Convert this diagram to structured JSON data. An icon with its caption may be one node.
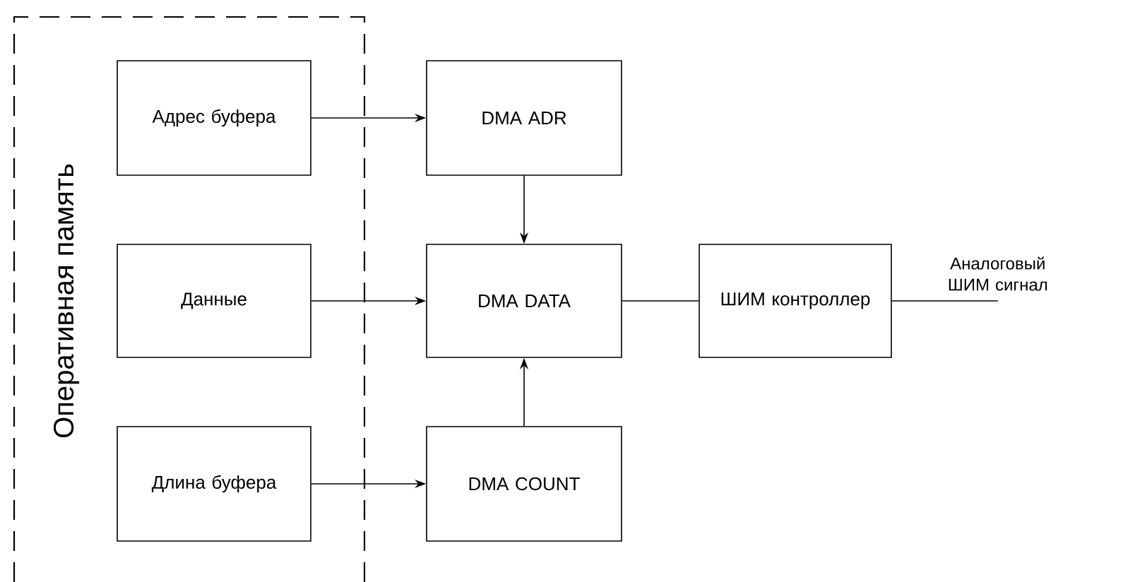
{
  "diagram": {
    "nodes": [
      {
        "text": [
          "Оперативная память"
        ]
      },
      {
        "text": [
          "Адрес буфера"
        ],
        "in": 0
      },
      {
        "text": [
          "Данные"
        ],
        "in": 0
      },
      {
        "text": [
          "Длина буфера"
        ],
        "in": 0
      },
      {
        "text": [
          "DMA ADR"
        ]
      },
      {
        "text": [
          "DMA DATA"
        ]
      },
      {
        "text": [
          "DMA COUNT"
        ]
      },
      {
        "text": [
          "ШИМ контроллер"
        ]
      }
    ],
    "edges": [
      {
        "from": 1,
        "to": 4,
        "arrow": "to"
      },
      {
        "from": 2,
        "to": 5,
        "arrow": "to"
      },
      {
        "from": 3,
        "to": 6,
        "arrow": "to"
      },
      {
        "from": 4,
        "to": 5,
        "arrow": "to"
      },
      {
        "from": 6,
        "to": 5,
        "arrow": "to"
      },
      {
        "from": 5,
        "to": 7,
        "arrow": "none"
      },
      {
        "from": 7,
        "to": null,
        "arrow": "none",
        "label": "Аналоговый ШИМ сигнал"
      }
    ]
  }
}
